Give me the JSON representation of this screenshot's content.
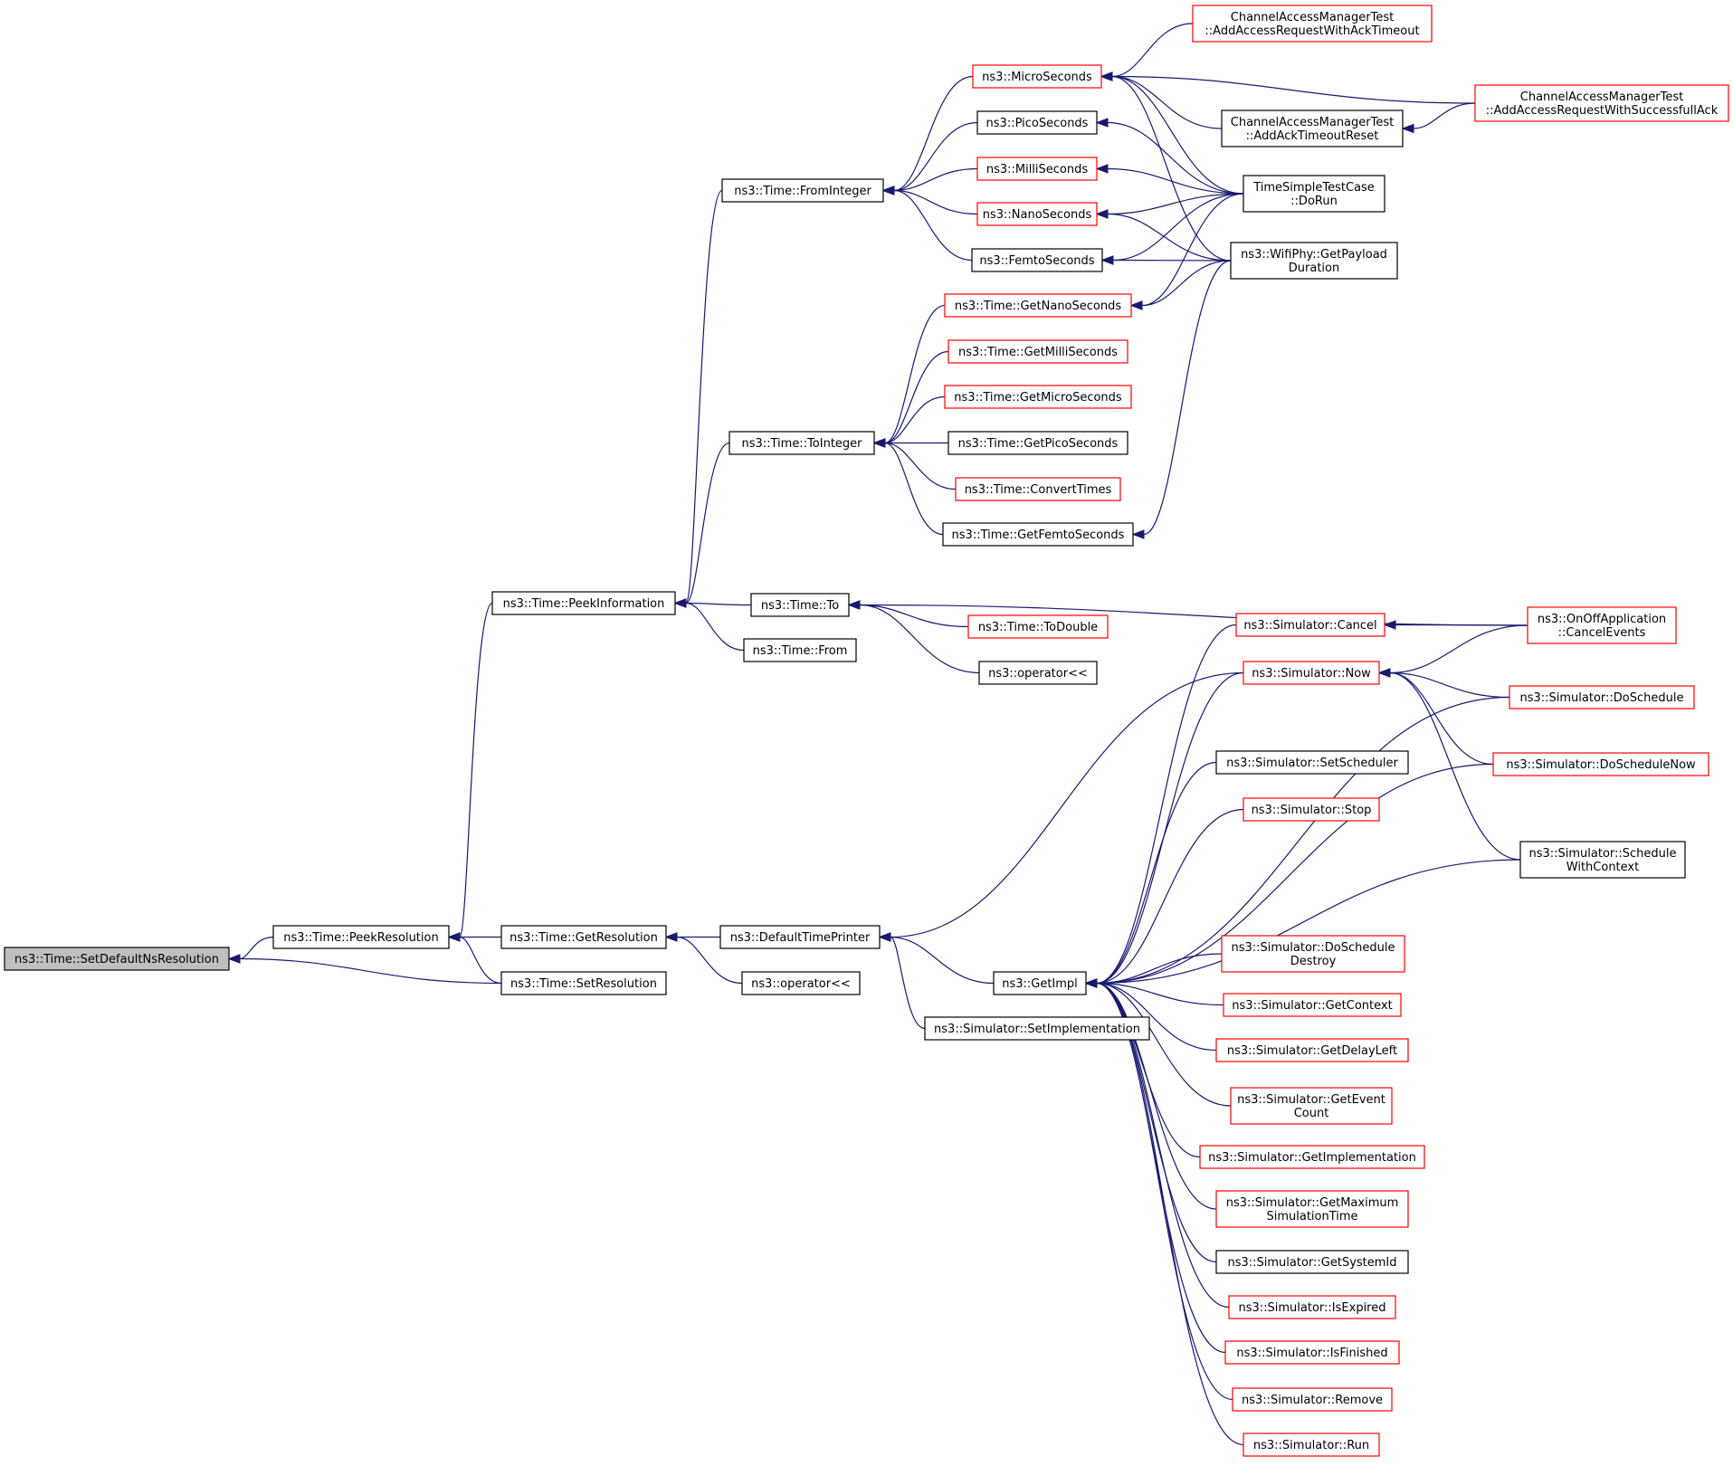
{
  "graph": {
    "colors": {
      "edge": "#191970",
      "border_black": "#000000",
      "border_red": "#ff0000",
      "root_fill": "#bfbfbf",
      "background": "#ffffff"
    },
    "nodes": {
      "setdefaultnsresolution": {
        "lines": [
          "ns3::Time::SetDefaultNsResolution"
        ],
        "border": "black",
        "root": true
      },
      "peekresolution": {
        "lines": [
          "ns3::Time::PeekResolution"
        ],
        "border": "black"
      },
      "peekinformation": {
        "lines": [
          "ns3::Time::PeekInformation"
        ],
        "border": "black"
      },
      "getresolution": {
        "lines": [
          "ns3::Time::GetResolution"
        ],
        "border": "black"
      },
      "setresolution": {
        "lines": [
          "ns3::Time::SetResolution"
        ],
        "border": "black"
      },
      "frominteger": {
        "lines": [
          "ns3::Time::FromInteger"
        ],
        "border": "black"
      },
      "tointeger": {
        "lines": [
          "ns3::Time::ToInteger"
        ],
        "border": "black"
      },
      "time_to": {
        "lines": [
          "ns3::Time::To"
        ],
        "border": "black"
      },
      "time_from": {
        "lines": [
          "ns3::Time::From"
        ],
        "border": "black"
      },
      "defaulttimeprinter": {
        "lines": [
          "ns3::DefaultTimePrinter"
        ],
        "border": "black"
      },
      "operator_a": {
        "lines": [
          "ns3::operator<<"
        ],
        "border": "black"
      },
      "microseconds": {
        "lines": [
          "ns3::MicroSeconds"
        ],
        "border": "red"
      },
      "picoseconds": {
        "lines": [
          "ns3::PicoSeconds"
        ],
        "border": "black"
      },
      "milliseconds": {
        "lines": [
          "ns3::MilliSeconds"
        ],
        "border": "red"
      },
      "nanoseconds": {
        "lines": [
          "ns3::NanoSeconds"
        ],
        "border": "red"
      },
      "femtoseconds": {
        "lines": [
          "ns3::FemtoSeconds"
        ],
        "border": "black"
      },
      "getnanoseconds": {
        "lines": [
          "ns3::Time::GetNanoSeconds"
        ],
        "border": "red"
      },
      "getmilliseconds": {
        "lines": [
          "ns3::Time::GetMilliSeconds"
        ],
        "border": "red"
      },
      "getmicroseconds": {
        "lines": [
          "ns3::Time::GetMicroSeconds"
        ],
        "border": "red"
      },
      "getpicoseconds": {
        "lines": [
          "ns3::Time::GetPicoSeconds"
        ],
        "border": "black"
      },
      "converttimes": {
        "lines": [
          "ns3::Time::ConvertTimes"
        ],
        "border": "red"
      },
      "getfemtoseconds": {
        "lines": [
          "ns3::Time::GetFemtoSeconds"
        ],
        "border": "black"
      },
      "todouble": {
        "lines": [
          "ns3::Time::ToDouble"
        ],
        "border": "red"
      },
      "operator_b": {
        "lines": [
          "ns3::operator<<"
        ],
        "border": "black"
      },
      "getimpl": {
        "lines": [
          "ns3::GetImpl"
        ],
        "border": "black"
      },
      "setimplementation": {
        "lines": [
          "ns3::Simulator::SetImplementation"
        ],
        "border": "black"
      },
      "cam_acktimeout": {
        "lines": [
          "ChannelAccessManagerTest",
          "::AddAccessRequestWithAckTimeout"
        ],
        "border": "red"
      },
      "cam_ackreset": {
        "lines": [
          "ChannelAccessManagerTest",
          "::AddAckTimeoutReset"
        ],
        "border": "black"
      },
      "timesimple": {
        "lines": [
          "TimeSimpleTestCase",
          "::DoRun"
        ],
        "border": "black"
      },
      "wifiphy": {
        "lines": [
          "ns3::WifiPhy::GetPayload",
          "Duration"
        ],
        "border": "black"
      },
      "cam_successack": {
        "lines": [
          "ChannelAccessManagerTest",
          "::AddAccessRequestWithSuccessfullAck"
        ],
        "border": "red"
      },
      "sim_cancel": {
        "lines": [
          "ns3::Simulator::Cancel"
        ],
        "border": "red"
      },
      "sim_now": {
        "lines": [
          "ns3::Simulator::Now"
        ],
        "border": "red"
      },
      "sim_setscheduler": {
        "lines": [
          "ns3::Simulator::SetScheduler"
        ],
        "border": "black"
      },
      "sim_stop": {
        "lines": [
          "ns3::Simulator::Stop"
        ],
        "border": "red"
      },
      "sim_doscheduledestroy": {
        "lines": [
          "ns3::Simulator::DoSchedule",
          "Destroy"
        ],
        "border": "red"
      },
      "sim_getcontext": {
        "lines": [
          "ns3::Simulator::GetContext"
        ],
        "border": "red"
      },
      "sim_getdelayleft": {
        "lines": [
          "ns3::Simulator::GetDelayLeft"
        ],
        "border": "red"
      },
      "sim_geteventcount": {
        "lines": [
          "ns3::Simulator::GetEvent",
          "Count"
        ],
        "border": "red"
      },
      "sim_getimplementation": {
        "lines": [
          "ns3::Simulator::GetImplementation"
        ],
        "border": "red"
      },
      "sim_getmaxsimtime": {
        "lines": [
          "ns3::Simulator::GetMaximum",
          "SimulationTime"
        ],
        "border": "red"
      },
      "sim_getsystemid": {
        "lines": [
          "ns3::Simulator::GetSystemId"
        ],
        "border": "black"
      },
      "sim_isexpired": {
        "lines": [
          "ns3::Simulator::IsExpired"
        ],
        "border": "red"
      },
      "sim_isfinished": {
        "lines": [
          "ns3::Simulator::IsFinished"
        ],
        "border": "red"
      },
      "sim_remove": {
        "lines": [
          "ns3::Simulator::Remove"
        ],
        "border": "red"
      },
      "sim_run": {
        "lines": [
          "ns3::Simulator::Run"
        ],
        "border": "red"
      },
      "onoff_cancelevents": {
        "lines": [
          "ns3::OnOffApplication",
          "::CancelEvents"
        ],
        "border": "red"
      },
      "sim_doschedule": {
        "lines": [
          "ns3::Simulator::DoSchedule"
        ],
        "border": "red"
      },
      "sim_doschedulenow": {
        "lines": [
          "ns3::Simulator::DoScheduleNow"
        ],
        "border": "red"
      },
      "sim_schedulewithcontext": {
        "lines": [
          "ns3::Simulator::Schedule",
          "WithContext"
        ],
        "border": "black"
      }
    },
    "edges": [
      [
        "peekresolution",
        "setdefaultnsresolution"
      ],
      [
        "setresolution",
        "setdefaultnsresolution"
      ],
      [
        "peekinformation",
        "peekresolution"
      ],
      [
        "getresolution",
        "peekresolution"
      ],
      [
        "setresolution",
        "peekresolution"
      ],
      [
        "frominteger",
        "peekinformation"
      ],
      [
        "tointeger",
        "peekinformation"
      ],
      [
        "time_to",
        "peekinformation"
      ],
      [
        "time_from",
        "peekinformation"
      ],
      [
        "defaulttimeprinter",
        "getresolution"
      ],
      [
        "operator_a",
        "getresolution"
      ],
      [
        "microseconds",
        "frominteger"
      ],
      [
        "picoseconds",
        "frominteger"
      ],
      [
        "milliseconds",
        "frominteger"
      ],
      [
        "nanoseconds",
        "frominteger"
      ],
      [
        "femtoseconds",
        "frominteger"
      ],
      [
        "getnanoseconds",
        "tointeger"
      ],
      [
        "getmilliseconds",
        "tointeger"
      ],
      [
        "getmicroseconds",
        "tointeger"
      ],
      [
        "getpicoseconds",
        "tointeger"
      ],
      [
        "converttimes",
        "tointeger"
      ],
      [
        "getfemtoseconds",
        "tointeger"
      ],
      [
        "onoff_cancelevents",
        "time_to"
      ],
      [
        "todouble",
        "time_to"
      ],
      [
        "operator_b",
        "time_to"
      ],
      [
        "sim_now",
        "defaulttimeprinter"
      ],
      [
        "getimpl",
        "defaulttimeprinter"
      ],
      [
        "setimplementation",
        "defaulttimeprinter"
      ],
      [
        "cam_acktimeout",
        "microseconds"
      ],
      [
        "cam_successack",
        "microseconds"
      ],
      [
        "cam_ackreset",
        "microseconds"
      ],
      [
        "timesimple",
        "microseconds"
      ],
      [
        "wifiphy",
        "microseconds"
      ],
      [
        "timesimple",
        "picoseconds"
      ],
      [
        "timesimple",
        "milliseconds"
      ],
      [
        "timesimple",
        "nanoseconds"
      ],
      [
        "wifiphy",
        "nanoseconds"
      ],
      [
        "timesimple",
        "femtoseconds"
      ],
      [
        "wifiphy",
        "femtoseconds"
      ],
      [
        "timesimple",
        "getnanoseconds"
      ],
      [
        "wifiphy",
        "getnanoseconds"
      ],
      [
        "wifiphy",
        "getfemtoseconds"
      ],
      [
        "cam_successack",
        "cam_ackreset"
      ],
      [
        "onoff_cancelevents",
        "sim_cancel"
      ],
      [
        "onoff_cancelevents",
        "sim_now"
      ],
      [
        "sim_doschedule",
        "sim_now"
      ],
      [
        "sim_doschedulenow",
        "sim_now"
      ],
      [
        "sim_schedulewithcontext",
        "sim_now"
      ],
      [
        "sim_cancel",
        "getimpl"
      ],
      [
        "sim_now",
        "getimpl"
      ],
      [
        "sim_doschedule",
        "getimpl"
      ],
      [
        "sim_setscheduler",
        "getimpl"
      ],
      [
        "sim_stop",
        "getimpl"
      ],
      [
        "sim_doschedulenow",
        "getimpl"
      ],
      [
        "sim_schedulewithcontext",
        "getimpl"
      ],
      [
        "sim_doscheduledestroy",
        "getimpl"
      ],
      [
        "sim_getcontext",
        "getimpl"
      ],
      [
        "sim_getdelayleft",
        "getimpl"
      ],
      [
        "sim_geteventcount",
        "getimpl"
      ],
      [
        "sim_getimplementation",
        "getimpl"
      ],
      [
        "sim_getmaxsimtime",
        "getimpl"
      ],
      [
        "sim_getsystemid",
        "getimpl"
      ],
      [
        "sim_isexpired",
        "getimpl"
      ],
      [
        "sim_isfinished",
        "getimpl"
      ],
      [
        "sim_remove",
        "getimpl"
      ],
      [
        "sim_run",
        "getimpl"
      ]
    ]
  }
}
